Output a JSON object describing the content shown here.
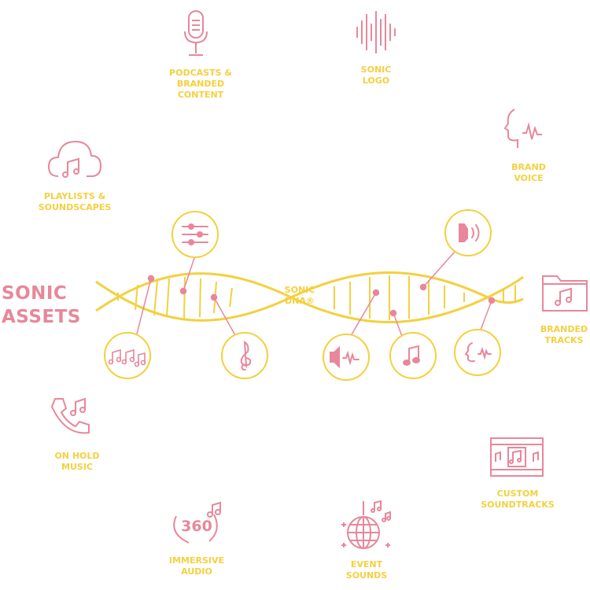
{
  "title": "SONIC\nASSETS",
  "center_label": "Sonic\nDNA®",
  "assets": {
    "podcasts": "PODCASTS &\nBRANDED\nCONTENT",
    "sonic_logo": "SONIC\nLOGO",
    "brand_voice": "BRAND\nVOICE",
    "playlists": "PLAYLISTS &\nSOUNDSCAPES",
    "branded_tracks": "BRANDED\nTRACKS",
    "on_hold": "ON HOLD\nMUSIC",
    "custom_soundtracks": "CUSTOM\nSOUNDTRACKS",
    "immersive_audio": "IMMERSIVE\nAUDIO",
    "event_sounds": "EVENT\nSOUNDS",
    "immersive_badge": "360"
  },
  "colors": {
    "yellow": "#F4D03F",
    "pink": "#E8879A"
  },
  "nodes": [
    "equalizer-icon",
    "speaker-voice-icon",
    "music-notes-icon",
    "treble-clef-icon",
    "speaker-wave-icon",
    "music-note-icon",
    "voice-wave-icon"
  ]
}
